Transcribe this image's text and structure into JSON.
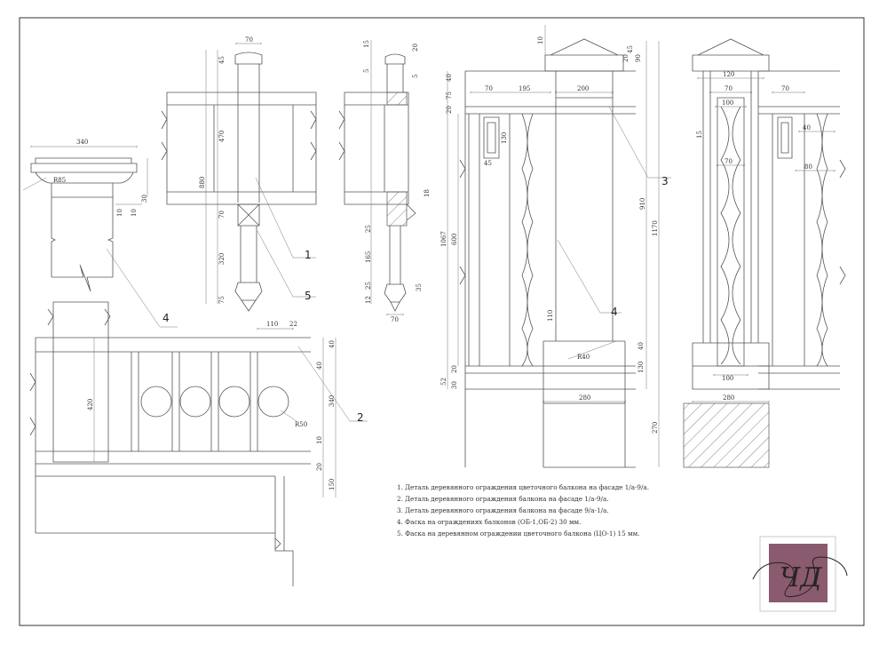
{
  "dimensions": {
    "capital_width": "340",
    "capital_radius": "R85",
    "capital_h1": "30",
    "capital_h2": "10",
    "capital_h3": "10",
    "post_top_width": "70",
    "post_top_h": "45",
    "post_mid_h": "470",
    "post_total_h": "880",
    "post_joint_h": "70",
    "post_lower_h": "320",
    "post_tip_h": "75",
    "side_top_a": "15",
    "side_top_b": "20",
    "side_top_c": "5",
    "side_top_d": "5",
    "side_joint": "18",
    "side_a": "25",
    "side_b": "165",
    "side_c": "25",
    "side_d": "12",
    "side_e": "35",
    "side_w": "70",
    "rail_spacing": "110",
    "rail_gap": "22",
    "rail_h1": "40",
    "rail_h2": "40",
    "rail_total": "340",
    "rail_h3": "10",
    "rail_h4": "20",
    "rail_base": "150",
    "rail_post": "420",
    "circle_r": "R50",
    "el_top_a": "10",
    "el_top_b": "40",
    "el_top_c": "75",
    "el_top_d": "20",
    "el_w1": "70",
    "el_w2": "195",
    "el_cap_w": "200",
    "el_cap_h1": "45",
    "el_cap_h2": "20",
    "el_cap_h3": "90",
    "el_panel_h": "130",
    "el_panel_w": "45",
    "el_main_h": "600",
    "el_total": "1067",
    "el_base_a": "52",
    "el_base_b": "20",
    "el_base_c": "30",
    "el_col_h": "110",
    "el_col_r": "R40",
    "el_col_foot": "40",
    "el_col_base_h": "130",
    "el_h_910": "910",
    "el_h_1170": "1170",
    "el_h_270": "270",
    "el_base_w": "280",
    "s_cap_w": "120",
    "s_shaft_w": "70",
    "s_inner_w": "100",
    "s_right_w": "70",
    "s_twist_w": "40",
    "s_panel_w": "80",
    "s_a": "15",
    "s_b": "70",
    "s_foot_w": "100",
    "s_base_w": "280"
  },
  "callouts": {
    "c1": "1",
    "c2": "2",
    "c3": "3",
    "c4a": "4",
    "c4b": "4",
    "c5": "5"
  },
  "notes": [
    "1. Деталь   деревянного ограждения цветочного балкона на фасаде 1/а-9/а.",
    "2. Деталь деревянного ограждения балкона на фасаде 1/а-9/а.",
    "3. Деталь деревянного ограждения балкона на фасаде 9/а-1/а.",
    "4. Фаска на ограждениях балконов (ОБ-1,ОБ-2) 30 мм.",
    "5. Фаска на деревянном ограждении цветочного балкона (ЦО-1) 15 мм."
  ],
  "logo": {
    "monogram": "ЧД",
    "panel_color": "#8a5a6e"
  }
}
